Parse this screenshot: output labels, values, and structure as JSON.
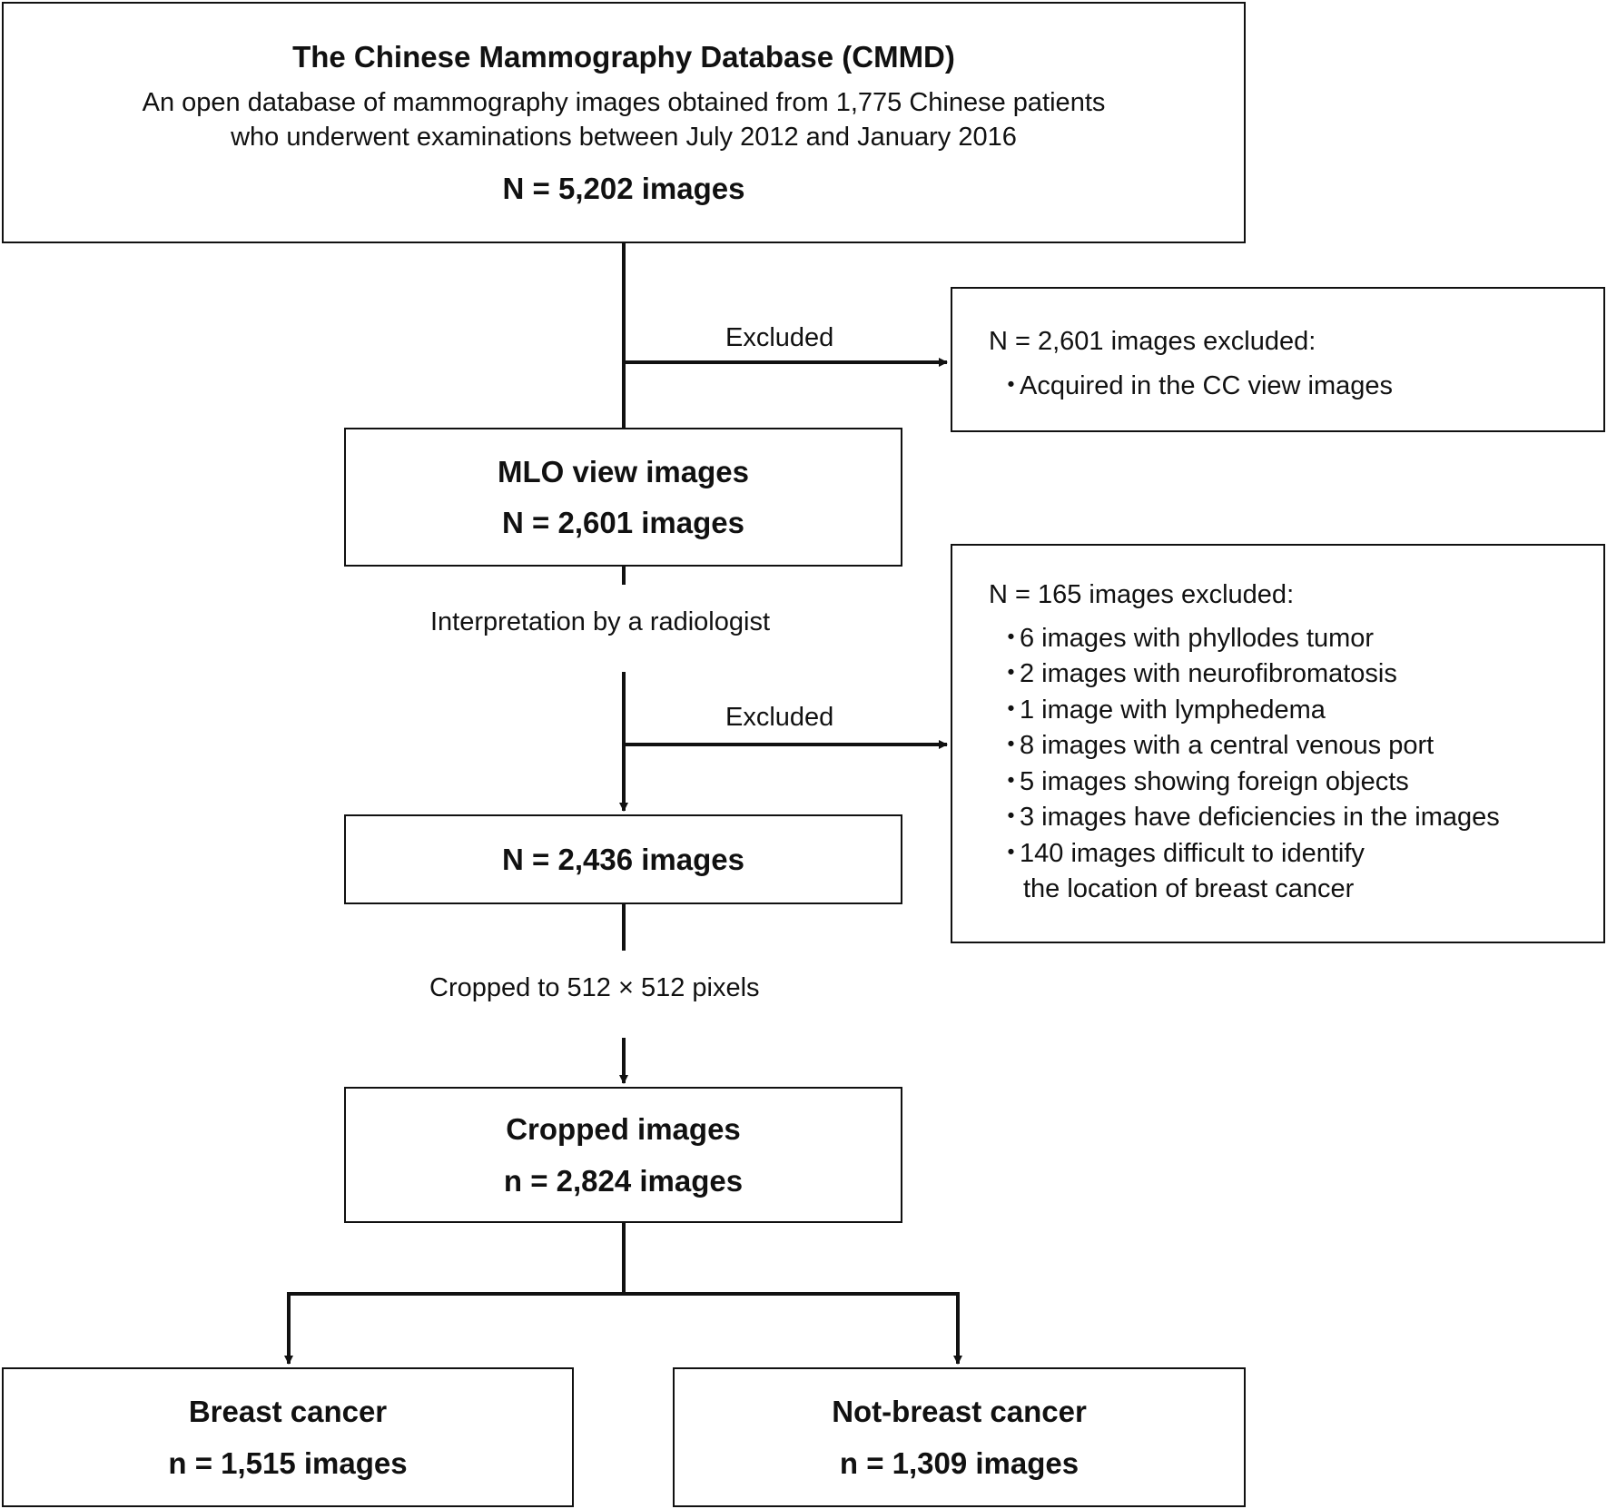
{
  "top": {
    "title": "The Chinese Mammography Database (CMMD)",
    "desc_line1": "An open database of mammography images obtained from 1,775 Chinese patients",
    "desc_line2": "who underwent examinations between July 2012 and January 2016",
    "count": "N = 5,202 images"
  },
  "exclusion1": {
    "edge_label": "Excluded",
    "title": "N = 2,601 images excluded:",
    "items": [
      "Acquired in the CC view images"
    ]
  },
  "mlo": {
    "title": "MLO view images",
    "count": "N = 2,601 images"
  },
  "step_interpretation": "Interpretation by a radiologist",
  "exclusion2": {
    "edge_label": "Excluded",
    "title": "N = 165 images excluded:",
    "items": [
      "6 images with phyllodes tumor",
      "2 images with neurofibromatosis",
      "1 image with lymphedema",
      "8 images with a central venous port",
      "5 images showing foreign objects",
      "3 images have deficiencies in the images",
      "140 images difficult to identify",
      "the location of breast cancer"
    ]
  },
  "after_exclusion": {
    "count": "N = 2,436 images"
  },
  "step_crop": "Cropped to 512 × 512 pixels",
  "cropped": {
    "title": "Cropped images",
    "count": "n = 2,824 images"
  },
  "breast_cancer": {
    "title": "Breast cancer",
    "count": "n = 1,515 images"
  },
  "not_breast_cancer": {
    "title": "Not-breast cancer",
    "count": "n = 1,309 images"
  }
}
